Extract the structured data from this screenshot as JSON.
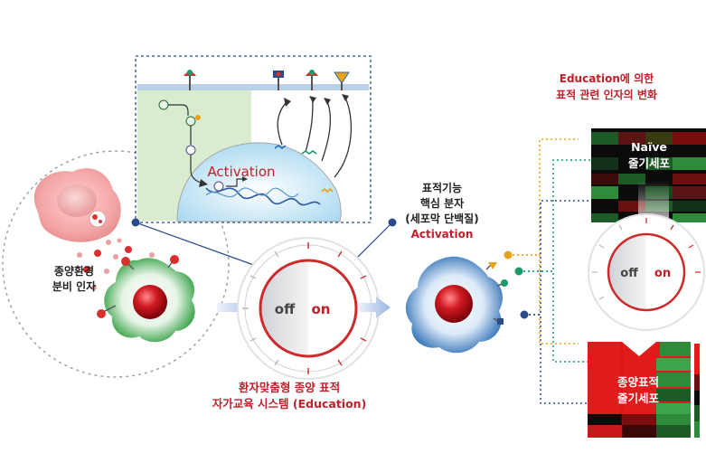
{
  "left_cell_label": "종양환경\n분비 인자",
  "inset": {
    "activation": "Activation"
  },
  "dial_main": {
    "off": "off",
    "on": "on"
  },
  "system_caption": [
    "환자맞춤형 종양 표적",
    "자가교육 시스템 (Education)"
  ],
  "activated_cell": {
    "lines": [
      "표적기능",
      "핵심 분자",
      "(세포막 단백질)"
    ],
    "activation": "Activation"
  },
  "right_title": [
    "Education에 의한",
    "표적 관련 인자의 변화"
  ],
  "naive_panel": {
    "line1": "Naïve",
    "line2": "줄기세포"
  },
  "dial_right": {
    "off": "off",
    "on": "on"
  },
  "tumor_panel": {
    "line1": "종양표적",
    "line2": "줄기세포"
  },
  "colors": {
    "accent_red": "#c0202a",
    "inset_border": "#2a4a8a",
    "dot_orange": "#e8a21a",
    "dot_green": "#1a9a6a",
    "dot_navy": "#2a4a8a",
    "heat_green": "#2e8b3a",
    "heat_red": "#e11b1b"
  }
}
